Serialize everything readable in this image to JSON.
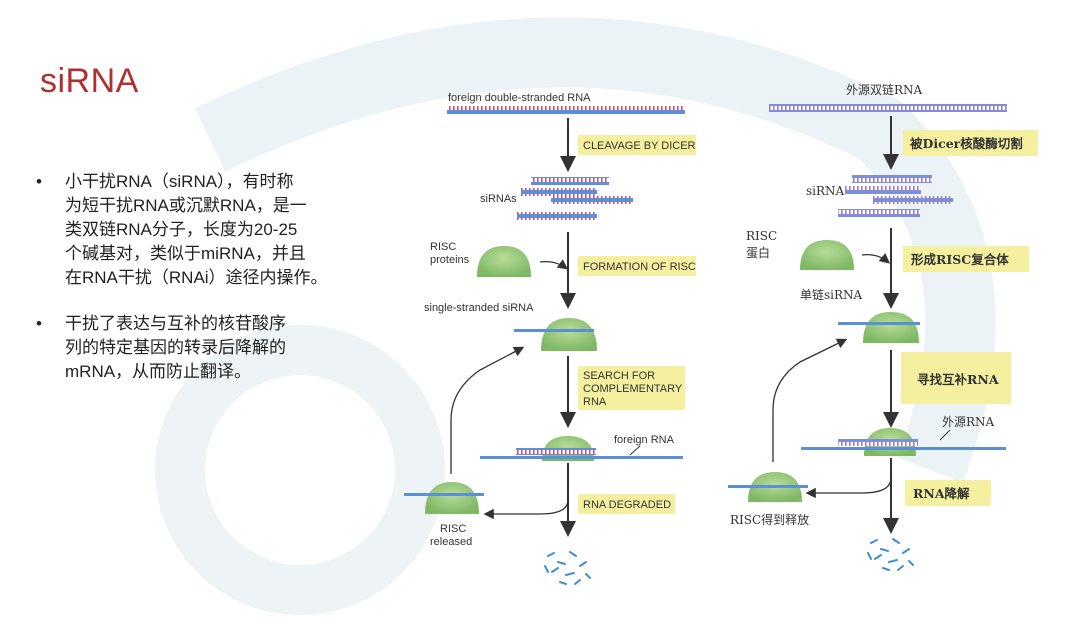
{
  "slide": {
    "title": "siRNA",
    "bullets": [
      [
        "小干扰RNA（siRNA），有时称",
        "为短干扰RNA或沉默RNA，是一",
        "类双链RNA分子，长度为20-25",
        "个碱基对，类似于miRNA，并且",
        "在RNA干扰（RNAi）途径内操作。"
      ],
      [
        "干扰了表达与互补的核苷酸序",
        "列的特定基因的转录后降解的",
        "mRNA，从而防止翻译。"
      ]
    ]
  },
  "diagram_en": {
    "foreign_dsrna": "foreign double-stranded RNA",
    "step_cleavage": "CLEAVAGE BY DICER",
    "sirnas": "siRNAs",
    "risc_proteins": [
      "RISC",
      "proteins"
    ],
    "step_formation": "FORMATION OF RISC",
    "single_strand": "single-stranded siRNA",
    "step_search": [
      "SEARCH FOR",
      "COMPLEMENTARY",
      "RNA"
    ],
    "foreign_rna": "foreign RNA",
    "step_degraded": "RNA DEGRADED",
    "risc_released": [
      "RISC",
      "released"
    ]
  },
  "diagram_cn": {
    "foreign_dsrna": "外源双链RNA",
    "step_cleavage": "被Dicer核酸酶切割",
    "sirna": "siRNA",
    "risc_proteins": [
      "RISC",
      "蛋白"
    ],
    "step_formation": "形成RISC复合体",
    "single_strand": "单链siRNA",
    "step_search": "寻找互补RNA",
    "foreign_rna": "外源RNA",
    "step_degraded": "RNA降解",
    "risc_released": "RISC得到释放"
  },
  "colors": {
    "title": "#b03030",
    "strand_blue": "#5b8fd6",
    "strand_pink": "#d0507a",
    "risc_green": "#8cc46e",
    "label_box": "#f5f0a0"
  }
}
